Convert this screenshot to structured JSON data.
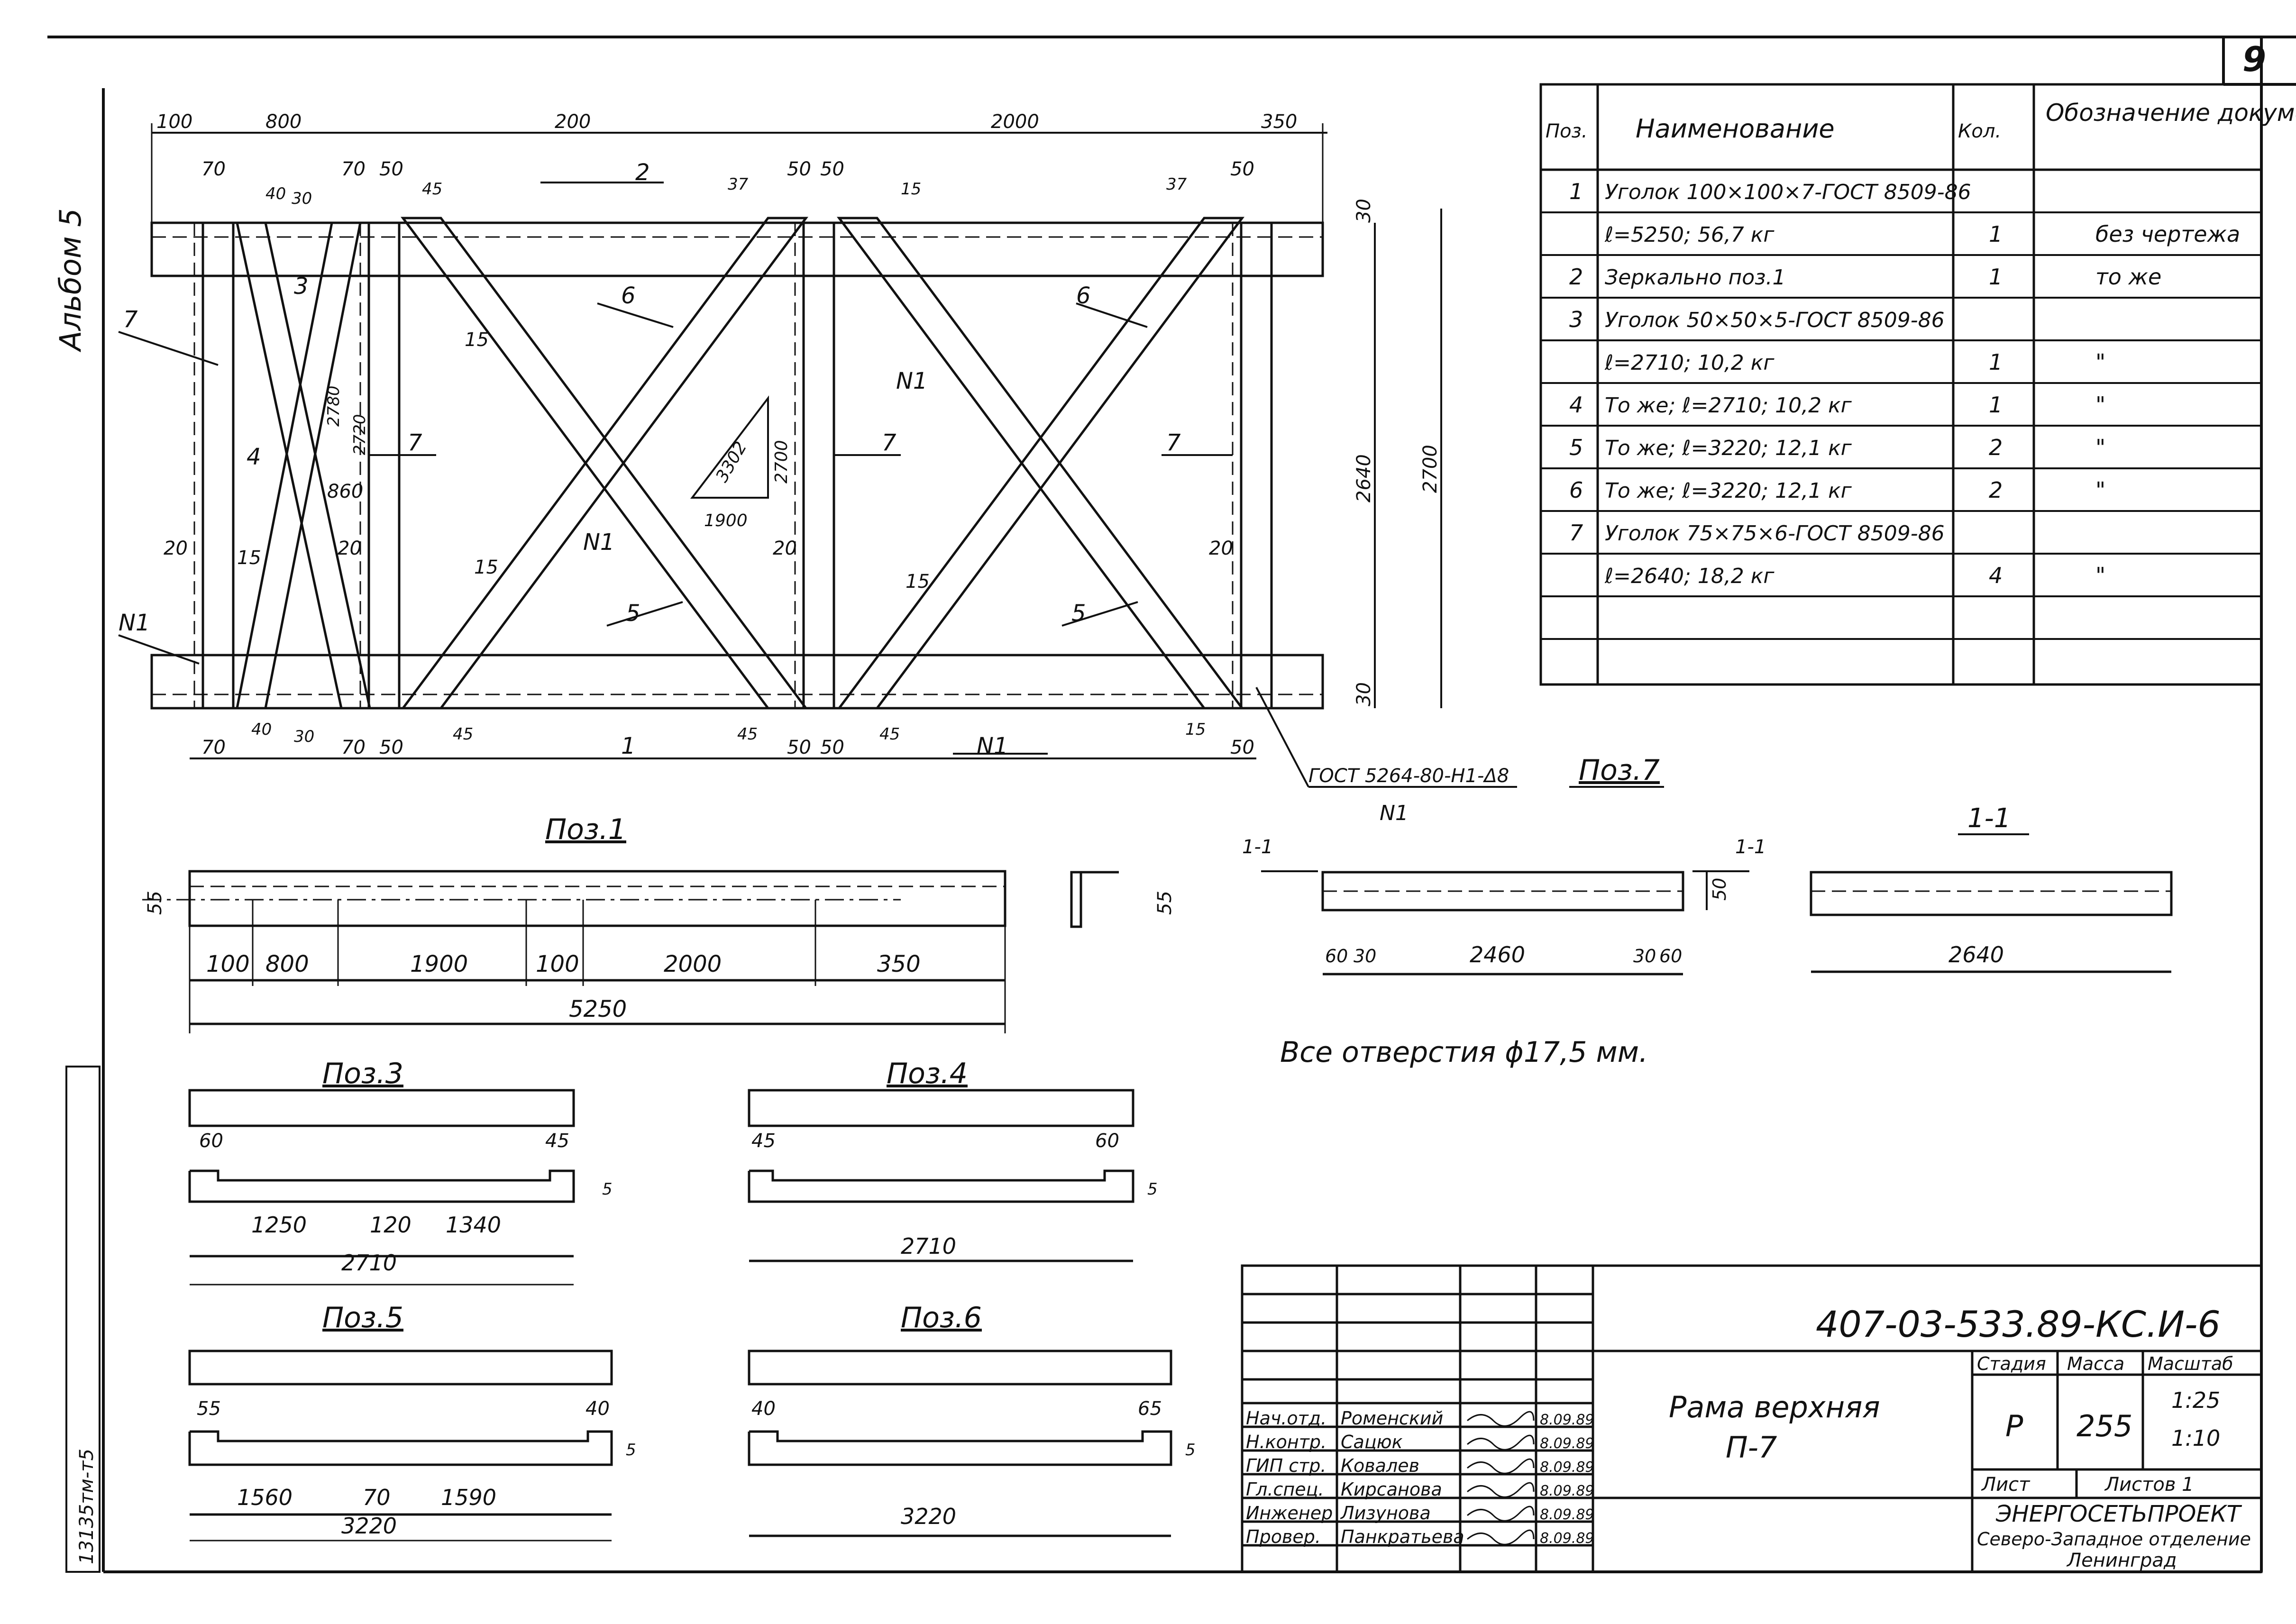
{
  "sheet": {
    "page_number": "9",
    "album_label": "Альбом 5",
    "side_stamp": "13135тм-т5"
  },
  "frame_view": {
    "top_dims": [
      "100",
      "800",
      "200",
      "2000",
      "350"
    ],
    "sub_dims_top": [
      "70",
      "70",
      "50",
      "50",
      "50",
      "50"
    ],
    "sub_dims_bottom": [
      "70",
      "70",
      "50",
      "50",
      "50",
      "50"
    ],
    "height_dims": [
      "2640",
      "2700"
    ],
    "edge_dims": [
      "30",
      "30"
    ],
    "angle_marks": [
      "40",
      "30",
      "45",
      "37",
      "15",
      "37",
      "40",
      "30",
      "45",
      "45",
      "45",
      "15"
    ],
    "weld_marks": [
      "20",
      "20",
      "20",
      "20",
      "15",
      "15",
      "15",
      "15"
    ],
    "pos_labels": [
      "1",
      "2",
      "3",
      "4",
      "5",
      "5",
      "6",
      "6",
      "7",
      "7",
      "7",
      "7"
    ],
    "node_labels": [
      "N1",
      "N1",
      "N1",
      "N1"
    ],
    "triangle": {
      "hyp": "3302",
      "leg_v": "2700",
      "leg_h": "1900"
    },
    "inner_dims": [
      "2780",
      "2720",
      "860"
    ],
    "gost_note": "ГОСТ 5264-80-Н1-Δ8",
    "node_caption": "N1"
  },
  "spec_table": {
    "headers": [
      "Поз.",
      "Наименование",
      "Кол.",
      "Обозначение документа"
    ],
    "rows": [
      [
        "1",
        "Уголок 100×100×7-ГОСТ 8509-86",
        "",
        ""
      ],
      [
        "",
        "ℓ=5250;            56,7 кг",
        "1",
        "без чертежа"
      ],
      [
        "2",
        "Зеркально поз.1",
        "1",
        "то же"
      ],
      [
        "3",
        "Уголок 50×50×5-ГОСТ 8509-86",
        "",
        ""
      ],
      [
        "",
        "ℓ=2710;           10,2 кг",
        "1",
        "\""
      ],
      [
        "4",
        "То же; ℓ=2710;  10,2 кг",
        "1",
        "\""
      ],
      [
        "5",
        "То же; ℓ=3220;  12,1 кг",
        "2",
        "\""
      ],
      [
        "6",
        "То же; ℓ=3220;  12,1 кг",
        "2",
        "\""
      ],
      [
        "7",
        "Уголок 75×75×6-ГОСТ 8509-86",
        "",
        ""
      ],
      [
        "",
        "ℓ=2640;           18,2 кг",
        "4",
        "\""
      ],
      [
        "",
        "",
        "",
        ""
      ],
      [
        "",
        "",
        "",
        ""
      ]
    ]
  },
  "parts": {
    "pos1": {
      "title": "Поз.1",
      "dims": [
        "100",
        "800",
        "1900",
        "100",
        "2000",
        "350"
      ],
      "total": "5250",
      "flange": "55"
    },
    "angle_section": {
      "dim": "55"
    },
    "pos7": {
      "title": "Поз.7",
      "section_mark": "1-1",
      "dims": [
        "60",
        "30",
        "2460",
        "30",
        "60"
      ],
      "flange": "50"
    },
    "section11": {
      "title": "1-1",
      "total": "2640"
    },
    "pos3": {
      "title": "Поз.3",
      "end_left": "60",
      "end_right": "45",
      "dims": [
        "1250",
        "120",
        "1340"
      ],
      "total": "2710",
      "flange": "5"
    },
    "pos4": {
      "title": "Поз.4",
      "end_left": "45",
      "end_right": "60",
      "total": "2710",
      "flange": "5"
    },
    "pos5": {
      "title": "Поз.5",
      "end_left": "55",
      "end_right": "40",
      "dims": [
        "1560",
        "70",
        "1590"
      ],
      "total": "3220",
      "flange": "5"
    },
    "pos6": {
      "title": "Поз.6",
      "end_left": "40",
      "end_right": "65",
      "total": "3220",
      "flange": "5"
    },
    "holes_note": "Все отверстия ϕ17,5 мм."
  },
  "title_block": {
    "doc_code": "407-03-533.89-КС.И-6",
    "name_line1": "Рама верхняя",
    "name_line2": "П-7",
    "stage_header": "Стадия",
    "mass_header": "Масса",
    "scale_header": "Масштаб",
    "stage": "Р",
    "mass": "255",
    "scale1": "1:25",
    "scale2": "1:10",
    "sheet_label": "Лист",
    "sheets_label": "Листов 1",
    "org1": "ЭНЕРГОСЕТЬПРОЕКТ",
    "org2": "Северо-Западное отделение",
    "org3": "Ленинград",
    "signers": [
      {
        "role": "Нач.отд.",
        "name": "Роменский",
        "date": "8.09.89"
      },
      {
        "role": "Н.контр.",
        "name": "Сацюк",
        "date": "8.09.89"
      },
      {
        "role": "ГИП стр.",
        "name": "Ковалев",
        "date": "8.09.89"
      },
      {
        "role": "Гл.спец.",
        "name": "Кирсанова",
        "date": "8.09.89"
      },
      {
        "role": "Инженер",
        "name": "Лизунова",
        "date": "8.09.89"
      },
      {
        "role": "Провер.",
        "name": "Панкратьева",
        "date": "8.09.89"
      }
    ]
  }
}
